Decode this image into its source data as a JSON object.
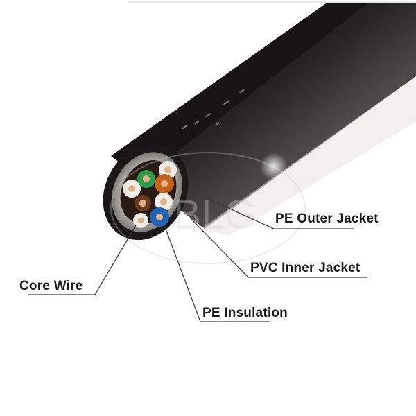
{
  "image": {
    "subject": "Cross-section of a black outdoor network cable showing four twisted pairs",
    "background_color": "#ffffff",
    "cable_jacket_color": "#1c1a1b",
    "watermark": "BLG"
  },
  "callouts": [
    {
      "id": "pe-outer-jacket",
      "label": "PE Outer Jacket"
    },
    {
      "id": "pvc-inner-jacket",
      "label": "PVC Inner Jacket"
    },
    {
      "id": "core-wire",
      "label": "Core Wire"
    },
    {
      "id": "pe-insulation",
      "label": "PE Insulation"
    }
  ],
  "wire_colors": {
    "green": "#2f9a47",
    "orange": "#c4631d",
    "brown": "#6b3a22",
    "blue": "#2266b8",
    "white": "#f1ece6",
    "copper": "#e0b487"
  }
}
